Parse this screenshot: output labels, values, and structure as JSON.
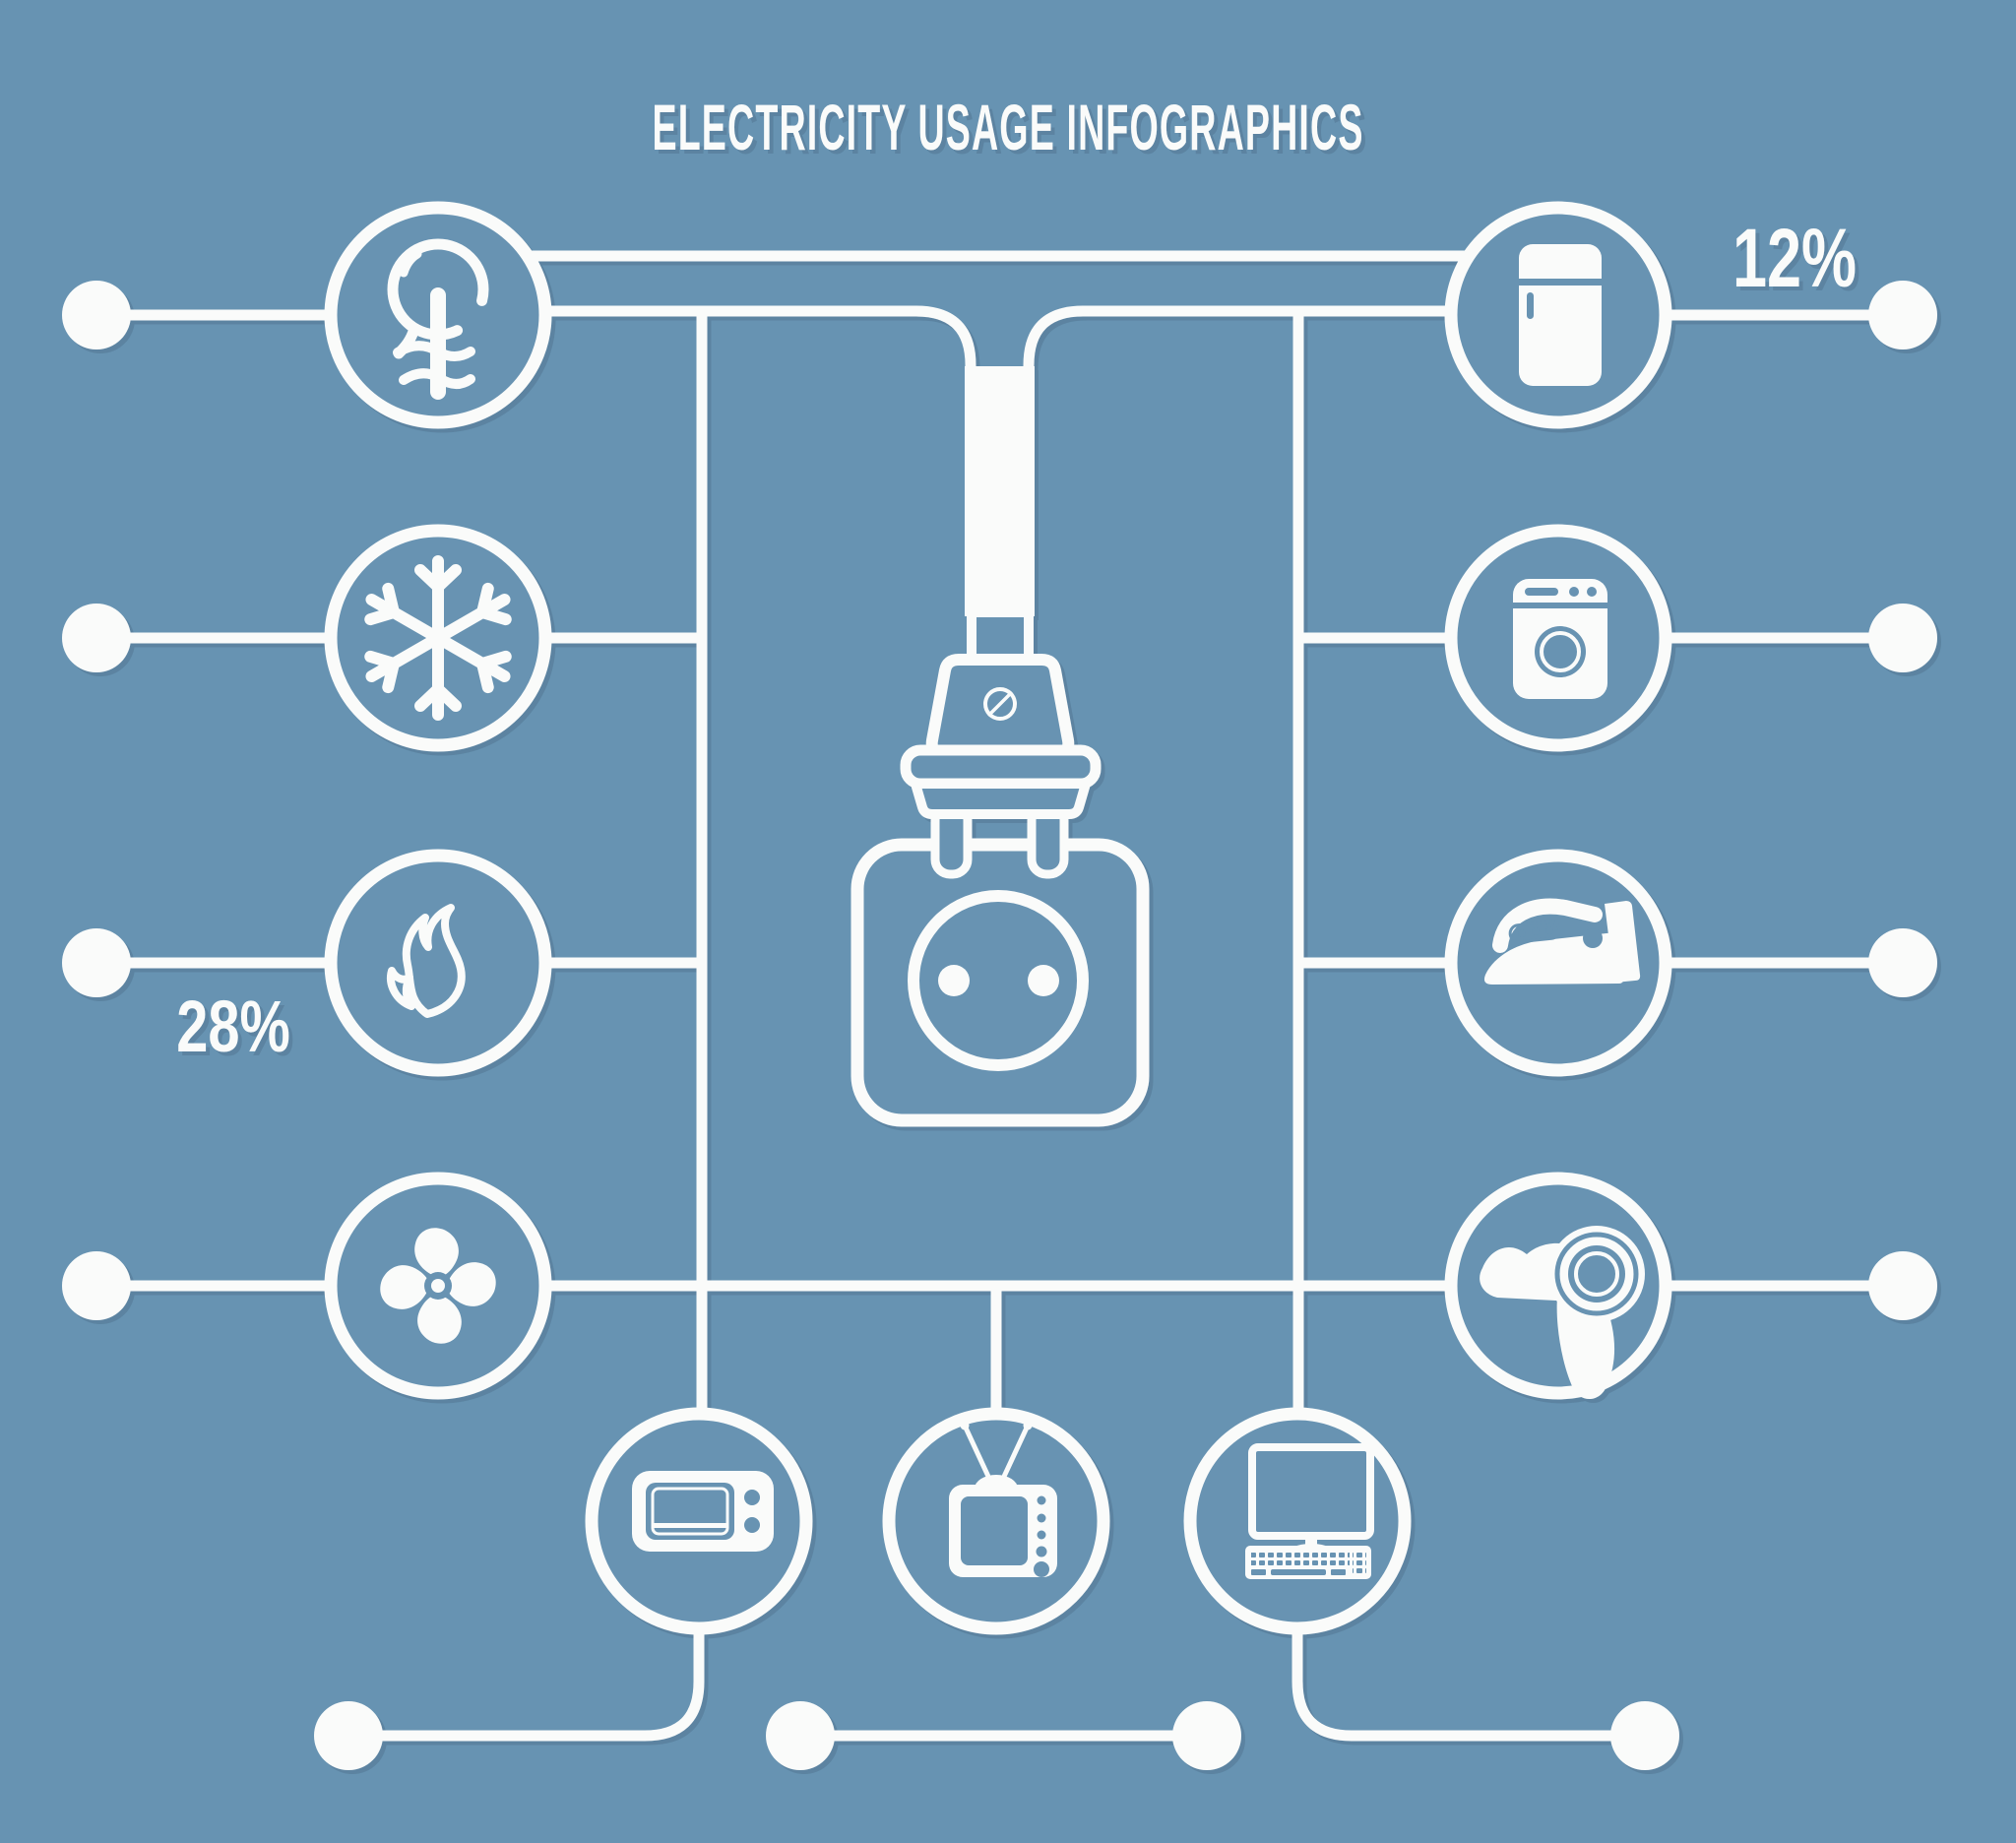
{
  "title": "ELECTRICITY USAGE INFOGRAPHICS",
  "colors": {
    "background": "#6793b2",
    "foreground": "#fafbfa",
    "shadow": "#2f4d63"
  },
  "stats": {
    "heating_percent": "28%",
    "refrigerator_percent": "12%"
  },
  "nodes": {
    "left_column": [
      "light-bulb",
      "snowflake",
      "flame",
      "fan"
    ],
    "right_column": [
      "refrigerator",
      "washing-machine",
      "iron",
      "hair-dryer"
    ],
    "bottom_row": [
      "microwave",
      "tv",
      "computer"
    ],
    "center": "plug-and-socket"
  }
}
